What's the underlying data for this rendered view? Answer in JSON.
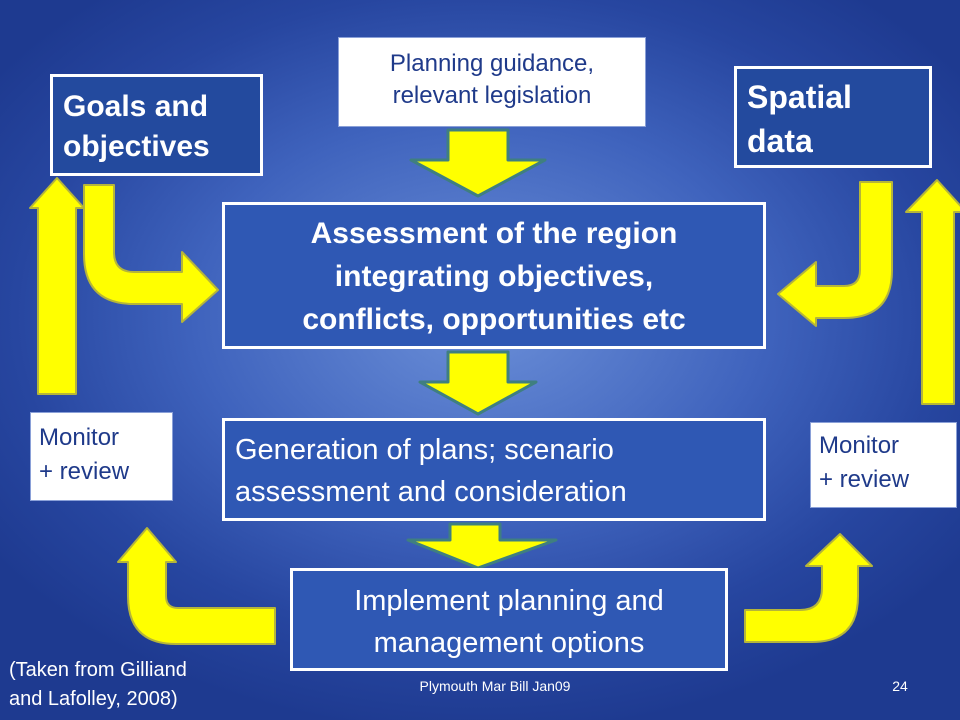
{
  "boxes": {
    "planning": "Planning guidance,\nrelevant legislation",
    "goals": "Goals and\nobjectives",
    "spatial": "Spatial\ndata",
    "assessment": "Assessment of the region\nintegrating objectives,\nconflicts, opportunities etc",
    "generation": "Generation of plans; scenario\nassessment and consideration",
    "implement": "Implement planning and\nmanagement options",
    "monitor_left": "Monitor\n+ review",
    "monitor_right": "Monitor\n+ review"
  },
  "source_note": "(Taken from Gilliand\nand Lafolley, 2008)",
  "footer": {
    "text": "Plymouth Mar Bill Jan09",
    "slide_number": "24"
  },
  "colors": {
    "arrow_fill": "#ffff00",
    "arrow_stroke": "#b5b53a",
    "down_arrow_stroke": "#3f7f80"
  }
}
